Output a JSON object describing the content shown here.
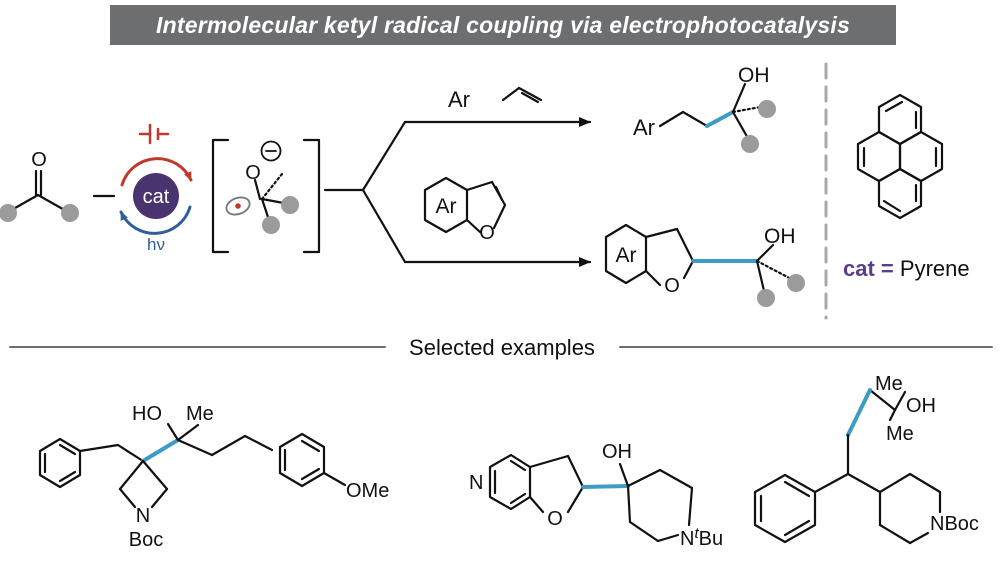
{
  "title": "Intermolecular ketyl radical coupling via electrophotocatalysis",
  "colors": {
    "accent_blue": "#3c9cc4",
    "catalyst_purple": "#4a3470",
    "reduction_red": "#c0392b",
    "banner_gray": "#6d6e70",
    "substituent_gray": "#9b9b9b"
  },
  "scheme": {
    "ketone_o": "O",
    "cat_label": "cat",
    "light_label": "hν",
    "ketyl_o": "O",
    "ketyl_charge": "⊖",
    "alkene_ar": "Ar",
    "benzofuran_ar": "Ar",
    "benzofuran_o": "O",
    "product1_ar": "Ar",
    "product1_oh": "OH",
    "product2_ar": "Ar",
    "product2_o": "O",
    "product2_oh": "OH",
    "cat_legend": {
      "cat": "cat",
      "equals": "=",
      "name": "Pyrene"
    }
  },
  "examples_header": "Selected examples",
  "examples": [
    {
      "ho": "HO",
      "me": "Me",
      "n": "N",
      "boc": "Boc",
      "ome": "OMe"
    },
    {
      "n_pyridine": "N",
      "o": "O",
      "oh": "OH",
      "n": "N",
      "tbu_prefix": "t",
      "tbu": "Bu"
    },
    {
      "me": "Me",
      "oh": "OH",
      "me2": "Me",
      "nboc": "NBoc"
    }
  ]
}
